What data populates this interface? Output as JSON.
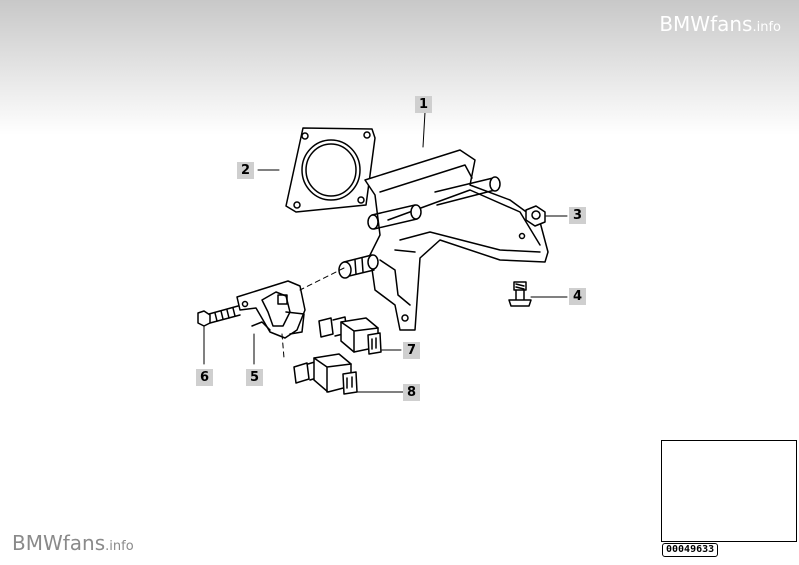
{
  "watermark": {
    "top": {
      "main": "BMWfans",
      "suffix": ".info"
    },
    "bottom": {
      "main": "BMWfans",
      "suffix": ".info"
    }
  },
  "callouts": [
    "1",
    "2",
    "3",
    "4",
    "5",
    "6",
    "7",
    "8"
  ],
  "thumbnail": {
    "id": "00049633"
  }
}
